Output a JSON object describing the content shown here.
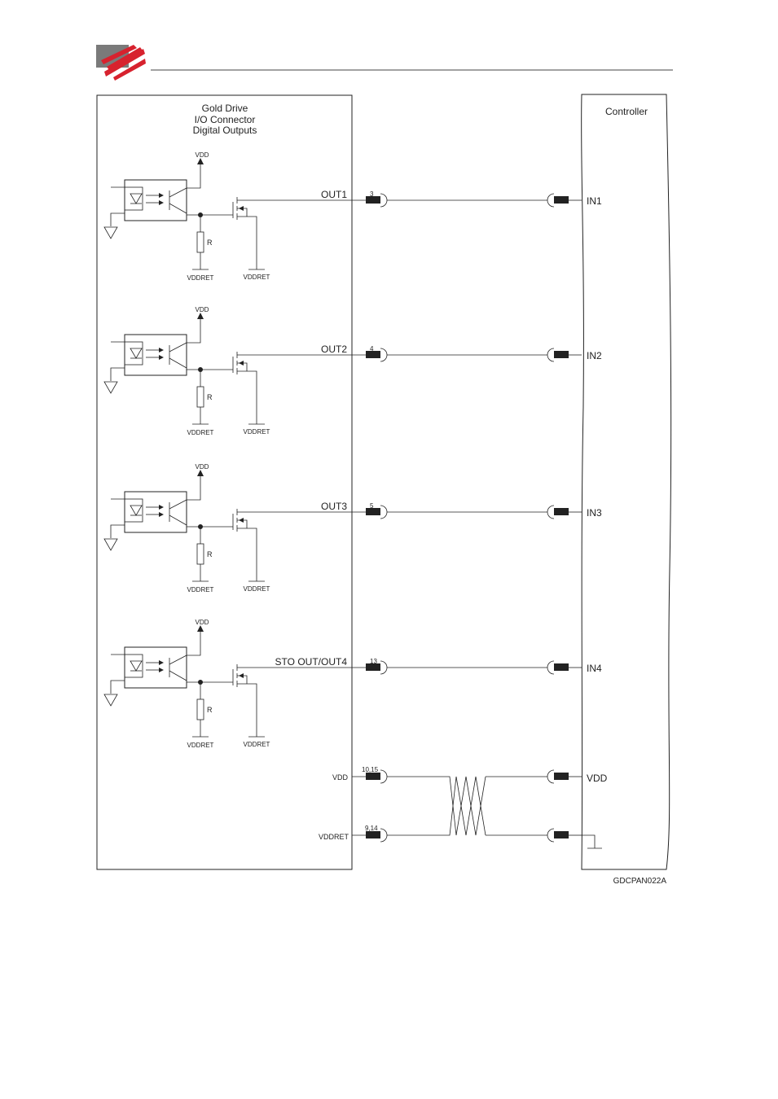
{
  "header": {
    "logo": "red-stripe-logo",
    "logo_color": "#d7222e",
    "logo_shadow_color": "#7a7a7a"
  },
  "drive_box": {
    "title_lines": [
      "Gold Drive",
      "I/O Connector",
      "Digital Outputs"
    ]
  },
  "controller_box": {
    "title": "Controller"
  },
  "channels": [
    {
      "output": "OUT1",
      "pin": "3",
      "input": "IN1",
      "vdd": "VDD",
      "vddret_res": "VDDRET",
      "vddret_fet": "VDDRET",
      "resistor": "R"
    },
    {
      "output": "OUT2",
      "pin": "4",
      "input": "IN2",
      "vdd": "VDD",
      "vddret_res": "VDDRET",
      "vddret_fet": "VDDRET",
      "resistor": "R"
    },
    {
      "output": "OUT3",
      "pin": "5",
      "input": "IN3",
      "vdd": "VDD",
      "vddret_res": "VDDRET",
      "vddret_fet": "VDDRET",
      "resistor": "R"
    },
    {
      "output": "STO OUT/OUT4",
      "pin": "13",
      "input": "IN4",
      "vdd": "VDD",
      "vddret_res": "VDDRET",
      "vddret_fet": "VDDRET",
      "resistor": "R"
    }
  ],
  "power": [
    {
      "label": "VDD",
      "pin": "10,15",
      "input": "VDD"
    },
    {
      "label": "VDDRET",
      "pin": "9,14",
      "input": ""
    }
  ],
  "figure_id": "GDCPAN022A"
}
